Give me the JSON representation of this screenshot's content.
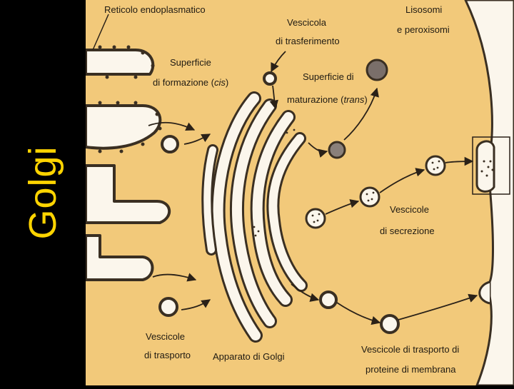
{
  "side_title": "Golgi",
  "colors": {
    "background": "#f2c97a",
    "membrane_fill": "#fbf6ec",
    "membrane_stroke": "#3a2f22",
    "dark_vesicle": "#7a6f6a",
    "side_title": "#ffd400"
  },
  "labels": {
    "reticolo": "Reticolo endoplasmatico",
    "vescicola_line1": "Vescicola",
    "vescicola_line2": "di trasferimento",
    "lisosomi_line1": "Lisosomi",
    "lisosomi_line2": "e peroxisomi",
    "cis_line1": "Superficie",
    "cis_line2_prefix": "di formazione (",
    "cis_line2_italic": "cis",
    "cis_line2_suffix": ")",
    "trans_line1": "Superficie di",
    "trans_line2_prefix": "maturazione (",
    "trans_line2_italic": "trans",
    "trans_line2_suffix": ")",
    "secrezione_line1": "Vescicole",
    "secrezione_line2": "di secrezione",
    "trasporto_line1": "Vescicole",
    "trasporto_line2": "di trasporto",
    "apparato": "Apparato di Golgi",
    "membrana_line1": "Vescicole di trasporto di",
    "membrana_line2": "proteine di membrana"
  }
}
